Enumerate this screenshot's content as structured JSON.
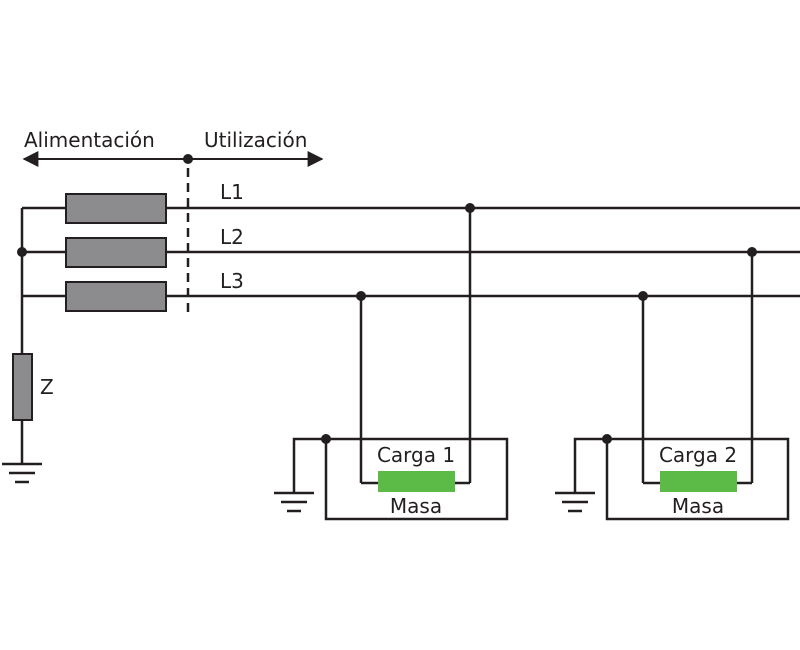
{
  "header": {
    "left_label": "Alimentación",
    "right_label": "Utilización"
  },
  "lines": [
    "L1",
    "L2",
    "L3"
  ],
  "impedance_label": "Z",
  "loads": [
    {
      "label": "Carga 1",
      "mass_label": "Masa"
    },
    {
      "label": "Carga 2",
      "mass_label": "Masa"
    }
  ],
  "colors": {
    "wire": "#231f20",
    "resistor_fill": "#8c8c8e",
    "load_fill": "#5bbb46"
  }
}
